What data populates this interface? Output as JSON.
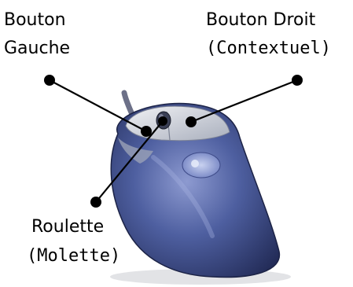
{
  "labels": {
    "left_button": [
      "Bouton",
      "Gauche"
    ],
    "right_button": [
      "Bouton Droit",
      "(Contextuel)"
    ],
    "wheel": [
      "Roulette",
      "(Molette)"
    ]
  },
  "colors": {
    "mouse_body": "#4a5a9a",
    "mouse_top": "#d8dbe2",
    "leader": "#000000"
  }
}
